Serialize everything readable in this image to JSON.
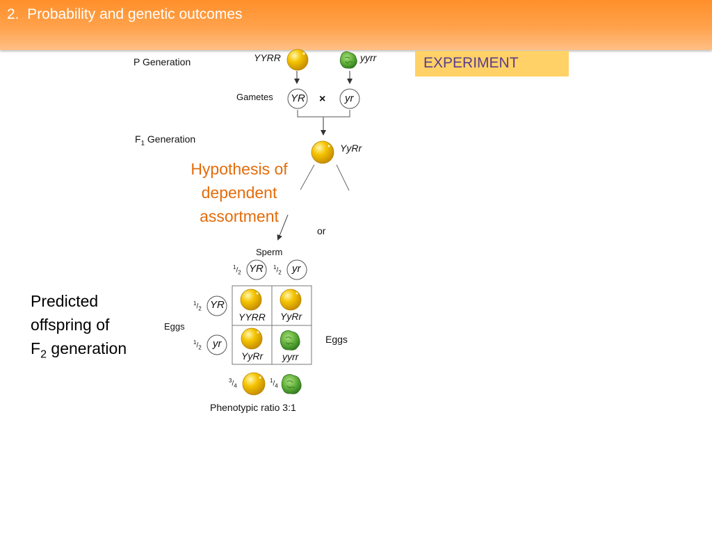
{
  "header": {
    "title": "2.  Probability and genetic outcomes"
  },
  "experiment": {
    "label": "EXPERIMENT"
  },
  "labels": {
    "p_generation": "P Generation",
    "gametes": "Gametes",
    "f1_prefix": "F",
    "f1_sub": "1",
    "f1_suffix": " Generation",
    "or": "or",
    "sperm": "Sperm",
    "eggs_left": "Eggs",
    "eggs_right": "Eggs",
    "phenotypic_ratio": "Phenotypic ratio 3:1"
  },
  "genotypes": {
    "p_yellow": "YYRR",
    "p_green": "yyrr",
    "gamete_yellow": "YR",
    "gamete_green": "yr",
    "cross": "×",
    "f1": "YyRr"
  },
  "hypothesis": {
    "line1": "Hypothesis of",
    "line2": "dependent",
    "line3": "assortment"
  },
  "predicted": {
    "line1": "Predicted",
    "line2": "offspring of",
    "line3_prefix": "F",
    "line3_sub": "2",
    "line3_suffix": " generation"
  },
  "punnett": {
    "sperm": [
      {
        "fraction_num": "1",
        "fraction_den": "2",
        "allele": "YR"
      },
      {
        "fraction_num": "1",
        "fraction_den": "2",
        "allele": "yr"
      }
    ],
    "eggs": [
      {
        "fraction_num": "1",
        "fraction_den": "2",
        "allele": "YR"
      },
      {
        "fraction_num": "1",
        "fraction_den": "2",
        "allele": "yr"
      }
    ],
    "cells": [
      {
        "genotype": "YYRR",
        "seed": "yellow-round"
      },
      {
        "genotype": "YyRr",
        "seed": "yellow-round"
      },
      {
        "genotype": "YyRr",
        "seed": "yellow-round"
      },
      {
        "genotype": "yyrr",
        "seed": "green-wrinkled"
      }
    ]
  },
  "phenotypes": [
    {
      "fraction_num": "3",
      "fraction_den": "4",
      "seed": "yellow-round"
    },
    {
      "fraction_num": "1",
      "fraction_den": "4",
      "seed": "green-wrinkled"
    }
  ],
  "colors": {
    "header": "#ff9a3c",
    "experiment_box": "#ffd166",
    "experiment_text": "#5a3d8c",
    "hypothesis_text": "#e46c0a",
    "yellow_seed": "#f5c400",
    "green_seed": "#5fae3a"
  }
}
